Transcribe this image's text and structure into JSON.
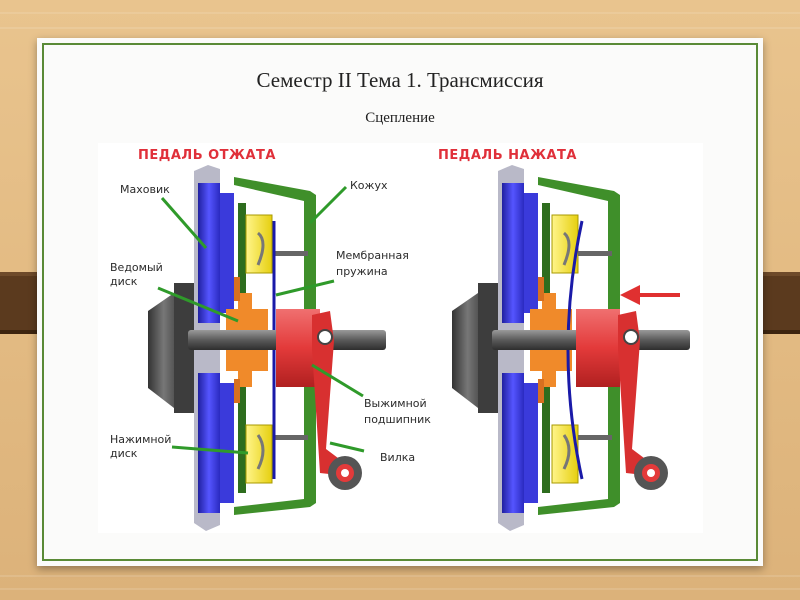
{
  "slide": {
    "title": "Семестр II Тема 1. Трансмиссия",
    "subtitle": "Сцепление"
  },
  "diagram": {
    "left_header": "ПЕДАЛЬ ОТЖАТА",
    "right_header": "ПЕДАЛЬ НАЖАТА",
    "labels": {
      "flywheel": "Маховик",
      "driven_disc_line1": "Ведомый",
      "driven_disc_line2": "диск",
      "pressure_disc_line1": "Нажимной",
      "pressure_disc_line2": "диск",
      "cover": "Кожух",
      "diaphragm_line1": "Мембранная",
      "diaphragm_line2": "пружина",
      "release_bearing_line1": "Выжимной",
      "release_bearing_line2": "подшипник",
      "fork": "Вилка"
    },
    "colors": {
      "flywheel": "#3a3adb",
      "housing": "#3f8f2a",
      "pressure_plate": "#f2e21a",
      "driven_hub": "#f08a2a",
      "bearing": "#e23a3a",
      "shaft": "#555555",
      "spring": "#1a1aa8",
      "arrow": "#e03030",
      "header_text": "#e0303a"
    }
  }
}
